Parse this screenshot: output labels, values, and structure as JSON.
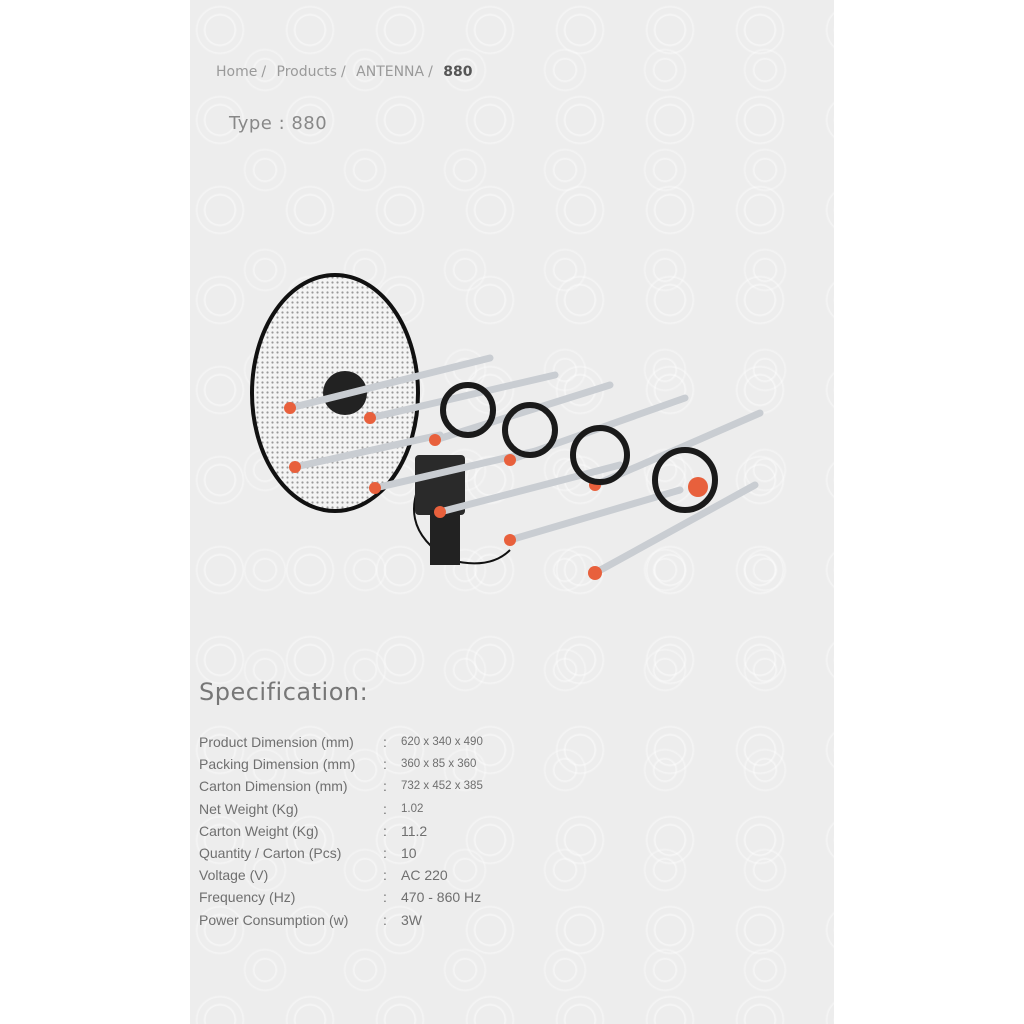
{
  "breadcrumb": {
    "items": [
      "Home",
      "Products",
      "ANTENNA"
    ],
    "current": "880"
  },
  "title": "Type : 880",
  "specification": {
    "heading": "Specification:",
    "rows": [
      {
        "label": "Product Dimension (mm)",
        "value": "620 x 340 x 490"
      },
      {
        "label": "Packing Dimension (mm)",
        "value": "360 x 85 x 360"
      },
      {
        "label": "Carton Dimension (mm)",
        "value": "732 x 452 x 385"
      },
      {
        "label": "Net Weight (Kg)",
        "value": "1.02"
      },
      {
        "label": "Carton Weight (Kg)",
        "value": "11.2"
      },
      {
        "label": "Quantity / Carton (Pcs)",
        "value": "10"
      },
      {
        "label": "Voltage (V)",
        "value": "AC 220"
      },
      {
        "label": "Frequency (Hz)",
        "value": "470 - 860 Hz"
      },
      {
        "label": "Power Consumption (w)",
        "value": "3W"
      }
    ],
    "separator": ":"
  },
  "colors": {
    "accent": "#e8603c",
    "text": "#6f6f6f"
  }
}
